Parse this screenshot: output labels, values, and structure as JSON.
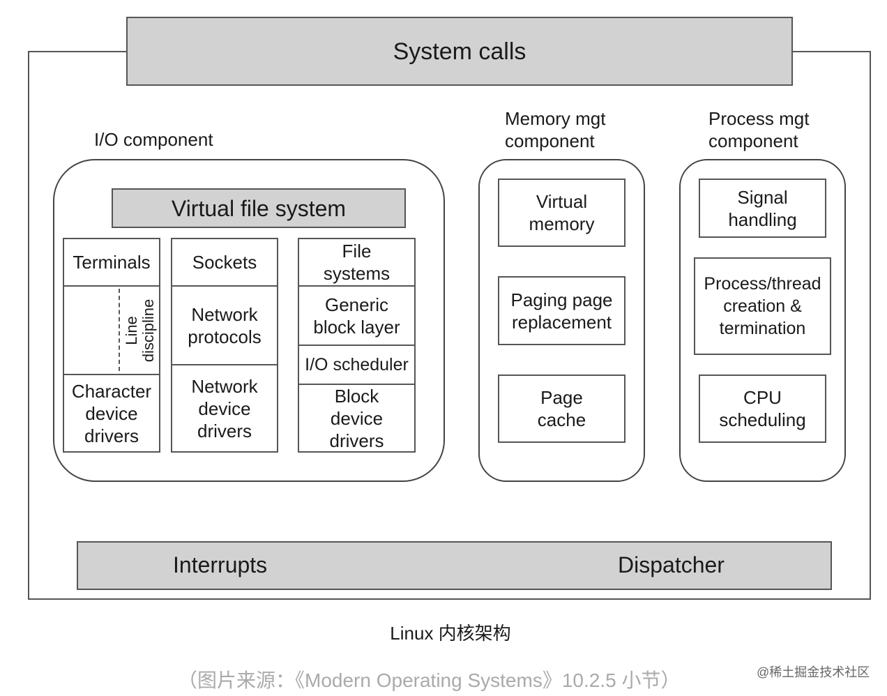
{
  "system_calls": "System calls",
  "io": {
    "label": "I/O component",
    "vfs": "Virtual file system",
    "terminals": "Terminals",
    "line_discipline": "Line discipline",
    "char_drivers": "Character device drivers",
    "sockets": "Sockets",
    "net_protocols": "Network protocols",
    "net_drivers": "Network device drivers",
    "file_systems": "File systems",
    "generic_block": "Generic block layer",
    "io_scheduler": "I/O scheduler",
    "block_drivers": "Block device drivers"
  },
  "memory": {
    "label": "Memory mgt component",
    "virtual_memory": "Virtual memory",
    "paging": "Paging page replacement",
    "page_cache": "Page cache"
  },
  "process": {
    "label": "Process mgt component",
    "signal": "Signal handling",
    "creation": "Process/thread creation & termination",
    "cpu": "CPU scheduling"
  },
  "bottom": {
    "interrupts": "Interrupts",
    "dispatcher": "Dispatcher"
  },
  "caption": "Linux 内核架构",
  "source": "（图片来源：《Modern Operating Systems》10.2.5 小节）",
  "watermark": "@稀土掘金技术社区",
  "colors": {
    "fill": "#d2d2d2",
    "border": "#555555"
  }
}
